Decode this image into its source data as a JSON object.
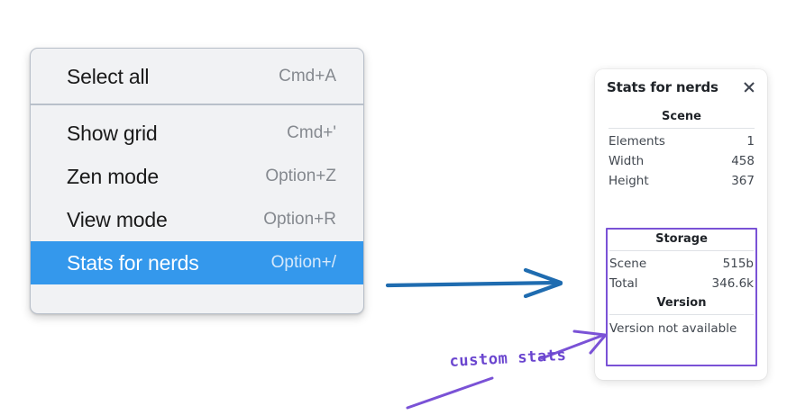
{
  "context_menu": {
    "groups": [
      {
        "items": [
          {
            "label": "Select all",
            "shortcut": "Cmd+A",
            "selected": false
          }
        ]
      },
      {
        "items": [
          {
            "label": "Show grid",
            "shortcut": "Cmd+'",
            "selected": false
          },
          {
            "label": "Zen mode",
            "shortcut": "Option+Z",
            "selected": false
          },
          {
            "label": "View mode",
            "shortcut": "Option+R",
            "selected": false
          },
          {
            "label": "Stats for nerds",
            "shortcut": "Option+/",
            "selected": true
          }
        ]
      }
    ],
    "highlight_color": "#3498ec",
    "background_color": "#f1f2f4"
  },
  "stats_panel": {
    "title": "Stats for nerds",
    "close_icon": "close-icon",
    "sections": [
      {
        "heading": "Scene",
        "rows": [
          {
            "label": "Elements",
            "value": "1"
          },
          {
            "label": "Width",
            "value": "458"
          },
          {
            "label": "Height",
            "value": "367"
          }
        ]
      },
      {
        "heading": "Storage",
        "rows": [
          {
            "label": "Scene",
            "value": "515b"
          },
          {
            "label": "Total",
            "value": "346.6k"
          }
        ]
      },
      {
        "heading": "Version",
        "note": "Version not available"
      }
    ]
  },
  "annotations": {
    "label": "custom stats",
    "label_color": "#6a45cf",
    "arrow_color": "#1f6cb0",
    "highlight_box_color": "#7a52d6"
  }
}
